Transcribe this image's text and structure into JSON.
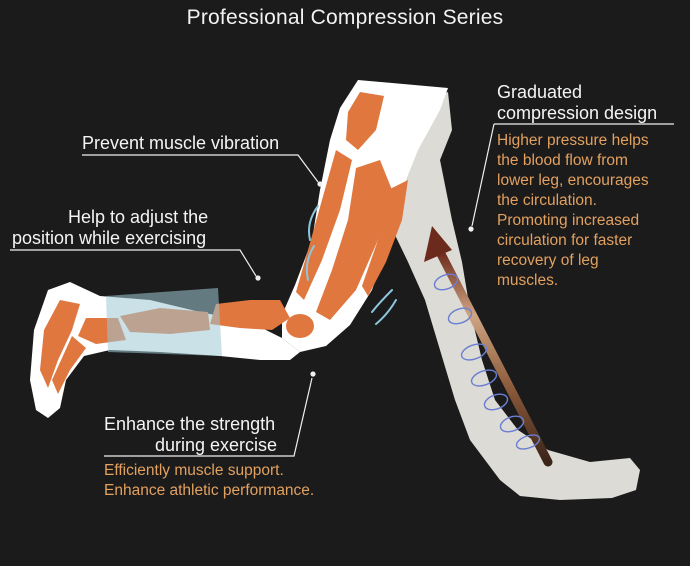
{
  "title": "Professional Compression Series",
  "callouts": {
    "vibration": "Prevent muscle vibration",
    "adjust_line1": "Help to adjust the",
    "adjust_line2": "position while exercising",
    "graduated_line1": "Graduated",
    "graduated_line2": "compression design",
    "graduated_desc": [
      "Higher pressure helps",
      "the blood flow from",
      "lower leg, encourages",
      "the circulation.",
      "Promoting increased",
      "circulation for faster",
      "recovery of leg",
      "muscles."
    ],
    "strength_line1": "Enhance the strength",
    "strength_line2": "during exercise",
    "strength_desc": [
      "Efficiently muscle support.",
      "Enhance athletic performance."
    ]
  },
  "colors": {
    "background": "#1c1b1c",
    "text": "#f4f4f4",
    "accent": "#e2a15f",
    "muscle": "#e0773f",
    "leg_skin": "#dcdbd6",
    "sleeve": "#9ec9d6"
  }
}
